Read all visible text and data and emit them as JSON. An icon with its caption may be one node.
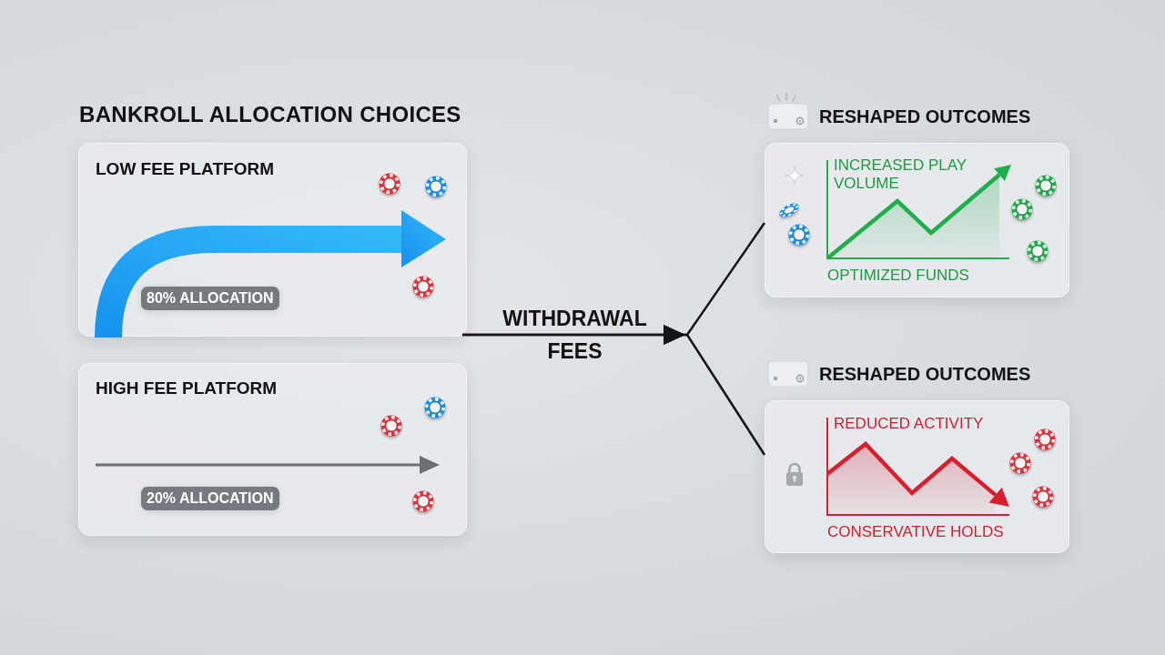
{
  "diagram": {
    "title": "BANKROLL ALLOCATION CHOICES",
    "nodes": [
      {
        "text": [
          "LOW FEE PLATFORM",
          "80% ALLOCATION"
        ]
      },
      {
        "text": [
          "HIGH FEE PLATFORM",
          "20% ALLOCATION"
        ]
      },
      {
        "text": [
          "RESHAPED OUTCOMES",
          "INCREASED PLAY VOLUME",
          "OPTIMIZED FUNDS"
        ]
      },
      {
        "text": [
          "RESHAPED OUTCOMES",
          "REDUCED ACTIVITY",
          "CONSERVATIVE HOLDS"
        ]
      }
    ],
    "edges": [
      {
        "from": 0,
        "to": 2,
        "arrow": "to",
        "label": "WITHDRAWAL FEES"
      },
      {
        "from": 0,
        "to": 3,
        "arrow": "to"
      }
    ]
  }
}
